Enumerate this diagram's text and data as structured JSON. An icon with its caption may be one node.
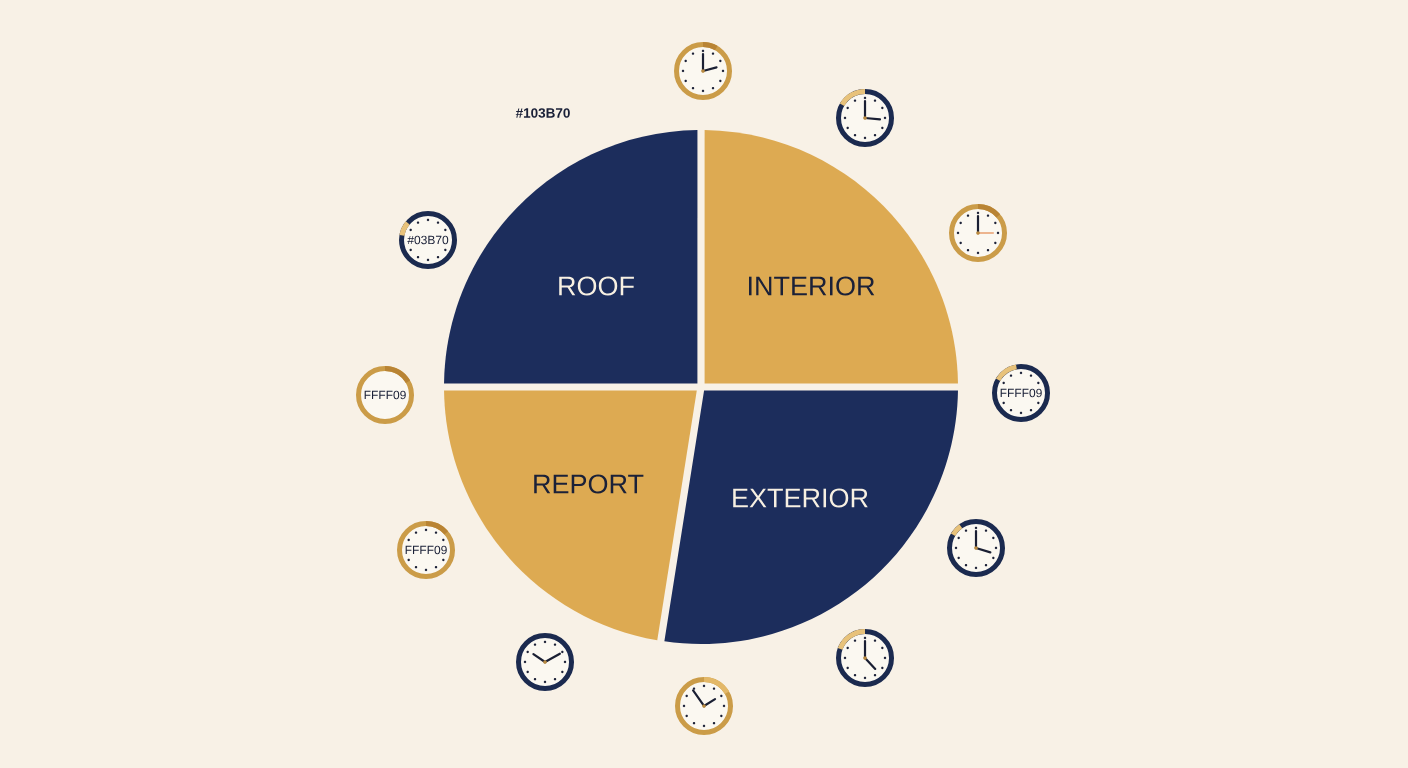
{
  "diagram": {
    "nodes": [
      {
        "text": [],
        "shape": "circle"
      },
      {
        "text": [],
        "shape": "circle"
      },
      {
        "text": [
          "#03B70"
        ]
      },
      {
        "text": [],
        "shape": "circle"
      },
      {
        "text": [
          "ROOF"
        ]
      },
      {
        "text": [
          "INTERIOR"
        ]
      },
      {
        "text": [
          "FFFF09"
        ]
      },
      {
        "text": [
          "FFFF09"
        ]
      },
      {
        "text": [
          "REPORT"
        ]
      },
      {
        "text": [
          "EXTERIOR"
        ]
      },
      {
        "text": [
          "FFFF09"
        ]
      },
      {
        "text": [],
        "shape": "circle"
      },
      {
        "text": [],
        "shape": "circle"
      },
      {
        "text": [],
        "shape": "circle"
      },
      {
        "text": [],
        "shape": "circle"
      }
    ],
    "labels": [
      "#103B70"
    ]
  }
}
